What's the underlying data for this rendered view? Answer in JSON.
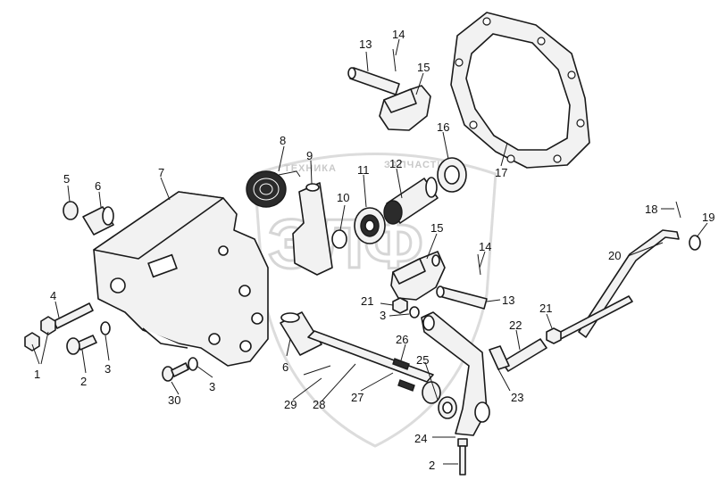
{
  "watermark": {
    "left_text": "ТЕХНИКА",
    "right_text": "ЗАПЧАСТИ",
    "logo_text": "ЭЛФ"
  },
  "callouts": {
    "c1": "1",
    "c2a": "2",
    "c2b": "2",
    "c3a": "3",
    "c3b": "3",
    "c3c": "3",
    "c4": "4",
    "c5": "5",
    "c6a": "6",
    "c6b": "6",
    "c7": "7",
    "c8": "8",
    "c9": "9",
    "c10": "10",
    "c11": "11",
    "c12": "12",
    "c13a": "13",
    "c13b": "13",
    "c14a": "14",
    "c14b": "14",
    "c15a": "15",
    "c15b": "15",
    "c16": "16",
    "c17": "17",
    "c18": "18",
    "c19": "19",
    "c20": "20",
    "c21a": "21",
    "c21b": "21",
    "c22": "22",
    "c23": "23",
    "c24": "24",
    "c25": "25",
    "c26": "26",
    "c27": "27",
    "c28": "28",
    "c29": "29",
    "c30": "30"
  }
}
